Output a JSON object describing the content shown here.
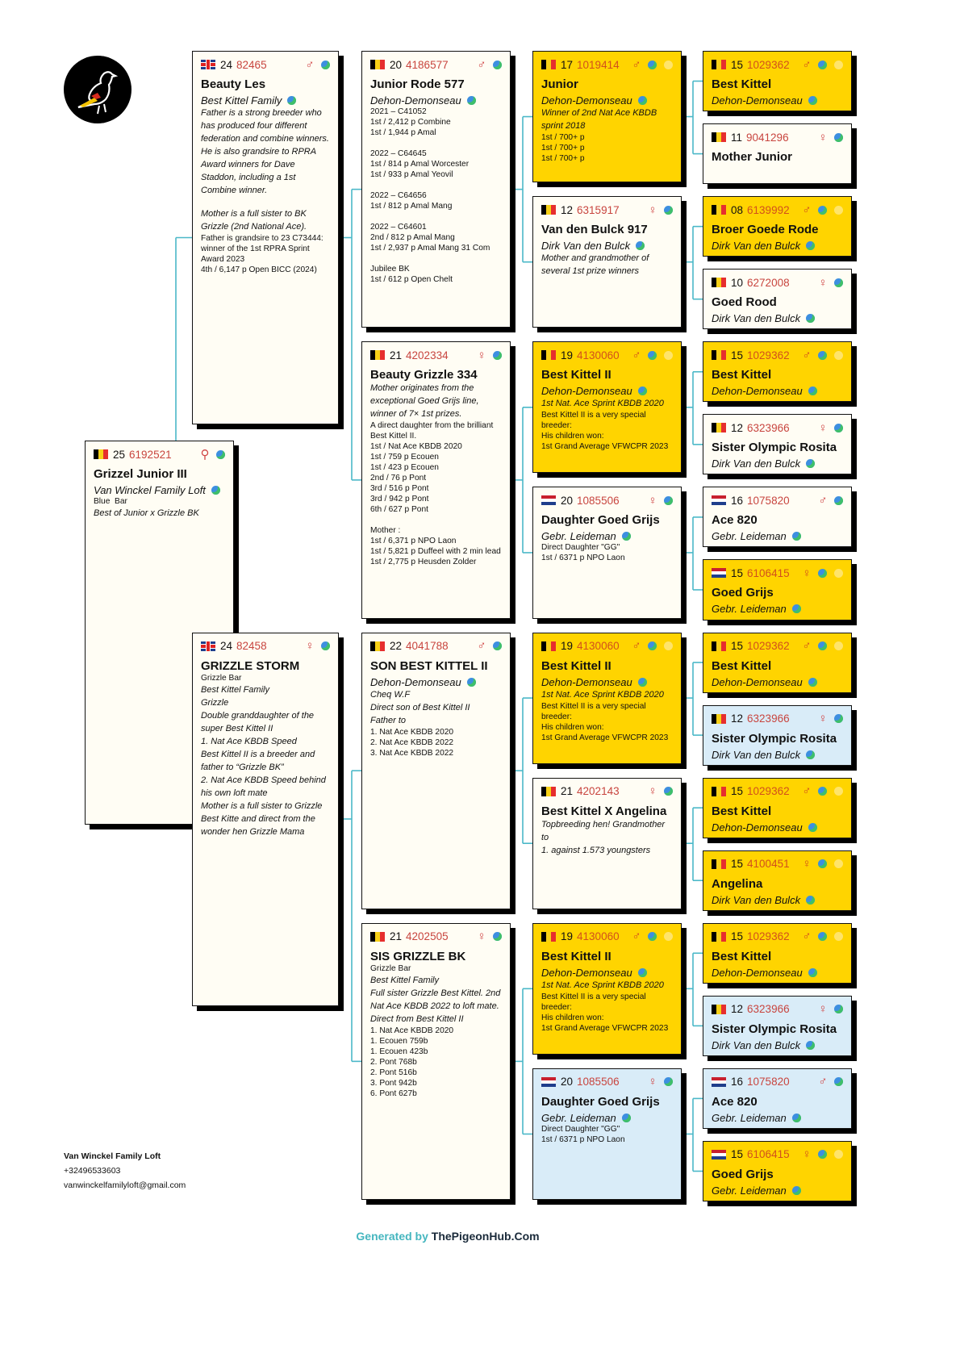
{
  "colors": {
    "connector": "#4bb8c8",
    "yellow": "#ffd400",
    "white": "#fffdf4",
    "blue": "#d9ecf8"
  },
  "footer": {
    "loft_name": "Van Winckel Family Loft",
    "phone": "+32496533603",
    "email": "vanwinckelfamilyloft@gmail.com",
    "generated_prefix": "Generated by",
    "generated_site": "ThePigeonHub.Com"
  },
  "columns": [
    [
      {
        "flag": "be",
        "year": "25",
        "ring": "6192521",
        "sex": "⚲",
        "name": "Grizzel Junior III",
        "owner": "Van Winckel Family Loft",
        "theme": "white",
        "lines": [
          {
            "t": "Blue  Bar",
            "s": "n"
          },
          {
            "t": "Best of Junior x Grizzle BK",
            "s": "i"
          }
        ]
      }
    ],
    [
      {
        "flag": "uk",
        "year": "24",
        "ring": "82465",
        "sex": "♂",
        "name": "Beauty Les",
        "owner": "Best Kittel Family",
        "theme": "white",
        "lines": [
          {
            "t": "Father is a strong breeder who has produced four different federation and combine winners. He is also grandsire to RPRA Award winners for Dave Staddon, including a 1st Combine winner.",
            "s": "i"
          },
          {
            "t": "",
            "s": "blank"
          },
          {
            "t": "Mother is a full sister to BK Grizzle (2nd National Ace).",
            "s": "i"
          },
          {
            "t": "Father is grandsire to 23 C73444: winner of the 1st RPRA Sprint Award 2023",
            "s": "n"
          },
          {
            "t": "4th / 6,147 p Open BICC (2024)",
            "s": "n"
          }
        ]
      },
      {
        "flag": "uk",
        "year": "24",
        "ring": "82458",
        "sex": "♀",
        "name": "GRIZZLE STORM",
        "owner": "",
        "theme": "white",
        "lines": [
          {
            "t": "Grizzle Bar",
            "s": "n"
          },
          {
            "t": "Best Kittel Family",
            "s": "i"
          },
          {
            "t": "Grizzle",
            "s": "i"
          },
          {
            "t": "Double granddaughter of the super Best Kittel II",
            "s": "i"
          },
          {
            "t": "1. Nat Ace KBDB Speed",
            "s": "i"
          },
          {
            "t": "Best Kittel II is a breeder and father to “Grizzle BK”",
            "s": "i"
          },
          {
            "t": "2. Nat Ace KBDB Speed behind his own loft mate",
            "s": "i"
          },
          {
            "t": "Mother is a full sister to Grizzle Best Kitte and direct from the wonder hen Grizzle Mama",
            "s": "i"
          }
        ]
      }
    ],
    [
      {
        "flag": "be",
        "year": "20",
        "ring": "4186577",
        "sex": "♂",
        "name": "Junior Rode 577",
        "owner": "Dehon-Demonseau",
        "theme": "white",
        "lines": [
          {
            "t": "2021 – C41052",
            "s": "n"
          },
          {
            "t": "1st / 2,412 p Combine",
            "s": "n"
          },
          {
            "t": "1st / 1,944 p Amal",
            "s": "n"
          },
          {
            "t": "",
            "s": "blank"
          },
          {
            "t": "2022 – C64645",
            "s": "n"
          },
          {
            "t": "1st / 814 p Amal Worcester",
            "s": "n"
          },
          {
            "t": "1st / 933 p Amal Yeovil",
            "s": "n"
          },
          {
            "t": "",
            "s": "blank"
          },
          {
            "t": "2022 – C64656",
            "s": "n"
          },
          {
            "t": "1st / 812 p Amal Mang",
            "s": "n"
          },
          {
            "t": "",
            "s": "blank"
          },
          {
            "t": "2022 – C64601",
            "s": "n"
          },
          {
            "t": "2nd / 812 p Amal Mang",
            "s": "n"
          },
          {
            "t": "1st / 2,937 p Amal Mang 31 Com",
            "s": "n"
          },
          {
            "t": "",
            "s": "blank"
          },
          {
            "t": "Jubilee BK",
            "s": "n"
          },
          {
            "t": "1st / 612 p Open Chelt",
            "s": "n"
          }
        ]
      },
      {
        "flag": "be",
        "year": "21",
        "ring": "4202334",
        "sex": "♀",
        "name": "Beauty Grizzle 334",
        "owner": "",
        "theme": "white",
        "lines": [
          {
            "t": "Mother originates from the exceptional Goed Grijs line, winner of 7× 1st prizes.",
            "s": "i"
          },
          {
            "t": "A direct daughter from the brilliant Best Kittel II.",
            "s": "n"
          },
          {
            "t": "1st / Nat Ace KBDB 2020",
            "s": "n"
          },
          {
            "t": "1st / 759 p Ecouen",
            "s": "n"
          },
          {
            "t": "1st / 423 p Ecouen",
            "s": "n"
          },
          {
            "t": "2nd / 76 p Pont",
            "s": "n"
          },
          {
            "t": "3rd / 516 p Pont",
            "s": "n"
          },
          {
            "t": "3rd / 942 p Pont",
            "s": "n"
          },
          {
            "t": "6th / 627 p Pont",
            "s": "n"
          },
          {
            "t": "",
            "s": "blank"
          },
          {
            "t": "Mother :",
            "s": "n"
          },
          {
            "t": "1st / 6,371 p NPO Laon",
            "s": "n"
          },
          {
            "t": "1st / 5,821 p Duffeel with 2 min lead",
            "s": "n"
          },
          {
            "t": "1st / 2,775 p Heusden Zolder",
            "s": "n"
          }
        ]
      },
      {
        "flag": "be",
        "year": "22",
        "ring": "4041788",
        "sex": "♂",
        "name": "SON BEST KITTEL II",
        "owner": "Dehon-Demonseau",
        "theme": "white",
        "lines": [
          {
            "t": "Cheq W.F",
            "s": "i"
          },
          {
            "t": "Direct son of Best Kittel II",
            "s": "i"
          },
          {
            "t": "Father to",
            "s": "i"
          },
          {
            "t": "1. Nat Ace KBDB 2020",
            "s": "n"
          },
          {
            "t": "2. Nat Ace KBDB 2022",
            "s": "n"
          },
          {
            "t": "3. Nat Ace KBDB 2022",
            "s": "n"
          }
        ]
      },
      {
        "flag": "be",
        "year": "21",
        "ring": "4202505",
        "sex": "♀",
        "name": "SIS GRIZZLE BK",
        "owner": "",
        "theme": "white",
        "lines": [
          {
            "t": "Grizzle Bar",
            "s": "n"
          },
          {
            "t": "Best Kittel Family",
            "s": "i"
          },
          {
            "t": "Full sister Grizzle Best Kittel. 2nd Nat Ace KBDB 2022 to loft mate.",
            "s": "i"
          },
          {
            "t": "Direct from Best Kittel II",
            "s": "i"
          },
          {
            "t": "1. Nat Ace KBDB 2020",
            "s": "n"
          },
          {
            "t": "1. Ecouen 759b",
            "s": "n"
          },
          {
            "t": "1. Ecouen 423b",
            "s": "n"
          },
          {
            "t": "2. Pont 768b",
            "s": "n"
          },
          {
            "t": "2. Pont 516b",
            "s": "n"
          },
          {
            "t": "3. Pont 942b",
            "s": "n"
          },
          {
            "t": "6. Pont 627b",
            "s": "n"
          }
        ]
      }
    ],
    [
      {
        "flag": "be",
        "year": "17",
        "ring": "1019414",
        "sex": "♂",
        "name": "Junior",
        "owner": "Dehon-Demonseau",
        "theme": "yellow",
        "lines": [
          {
            "t": "Winner of 2nd Nat Ace KBDB sprint 2018",
            "s": "i"
          },
          {
            "t": "1st / 700+ p",
            "s": "n"
          },
          {
            "t": "1st / 700+ p",
            "s": "n"
          },
          {
            "t": "1st / 700+ p",
            "s": "n"
          }
        ]
      },
      {
        "flag": "be",
        "year": "12",
        "ring": "6315917",
        "sex": "♀",
        "name": "Van den Bulck 917",
        "owner": "Dirk Van den Bulck",
        "theme": "white",
        "lines": [
          {
            "t": "Mother and grandmother of several 1st prize winners",
            "s": "i"
          }
        ]
      },
      {
        "flag": "be",
        "year": "19",
        "ring": "4130060",
        "sex": "♂",
        "name": "Best Kittel II",
        "owner": "Dehon-Demonseau",
        "theme": "yellow",
        "lines": [
          {
            "t": "1st Nat. Ace Sprint KBDB 2020",
            "s": "i"
          },
          {
            "t": "Best Kittel II is a very special breeder:",
            "s": "n"
          },
          {
            "t": "His children won:",
            "s": "n"
          },
          {
            "t": "1st Grand Average VFWCPR 2023",
            "s": "n"
          }
        ]
      },
      {
        "flag": "nl",
        "year": "20",
        "ring": "1085506",
        "sex": "♀",
        "name": "Daughter Goed Grijs",
        "owner": "Gebr. Leideman",
        "theme": "white",
        "lines": [
          {
            "t": "Direct Daughter \"GG\"",
            "s": "n"
          },
          {
            "t": "1st / 6371 p NPO Laon",
            "s": "n"
          }
        ]
      },
      {
        "flag": "be",
        "year": "19",
        "ring": "4130060",
        "sex": "♂",
        "name": "Best Kittel II",
        "owner": "Dehon-Demonseau",
        "theme": "yellow",
        "lines": [
          {
            "t": "1st Nat. Ace Sprint KBDB 2020",
            "s": "i"
          },
          {
            "t": "Best Kittel II is a very special breeder:",
            "s": "n"
          },
          {
            "t": "His children won:",
            "s": "n"
          },
          {
            "t": "1st Grand Average VFWCPR 2023",
            "s": "n"
          }
        ]
      },
      {
        "flag": "be",
        "year": "21",
        "ring": "4202143",
        "sex": "♀",
        "name": "Best Kittel X Angelina",
        "owner": "",
        "theme": "white",
        "lines": [
          {
            "t": "Topbreeding hen! Grandmother to",
            "s": "i"
          },
          {
            "t": "1. against 1.573 youngsters",
            "s": "i"
          }
        ]
      },
      {
        "flag": "be",
        "year": "19",
        "ring": "4130060",
        "sex": "♂",
        "name": "Best Kittel II",
        "owner": "Dehon-Demonseau",
        "theme": "yellow",
        "lines": [
          {
            "t": "1st Nat. Ace Sprint KBDB 2020",
            "s": "i"
          },
          {
            "t": "Best Kittel II is a very special breeder:",
            "s": "n"
          },
          {
            "t": "His children won:",
            "s": "n"
          },
          {
            "t": "1st Grand Average VFWCPR 2023",
            "s": "n"
          }
        ]
      },
      {
        "flag": "nl",
        "year": "20",
        "ring": "1085506",
        "sex": "♀",
        "name": "Daughter Goed Grijs",
        "owner": "Gebr. Leideman",
        "theme": "blue",
        "lines": [
          {
            "t": "Direct Daughter \"GG\"",
            "s": "n"
          },
          {
            "t": "1st / 6371 p NPO Laon",
            "s": "n"
          }
        ]
      }
    ],
    [
      {
        "flag": "be",
        "year": "15",
        "ring": "1029362",
        "sex": "♂",
        "name": "Best Kittel",
        "owner": "Dehon-Demonseau",
        "theme": "yellow",
        "lines": []
      },
      {
        "flag": "be",
        "year": "11",
        "ring": "9041296",
        "sex": "♀",
        "name": "Mother Junior",
        "owner": "",
        "theme": "white",
        "lines": []
      },
      {
        "flag": "be",
        "year": "08",
        "ring": "6139992",
        "sex": "♂",
        "name": "Broer Goede Rode",
        "owner": "Dirk Van den Bulck",
        "theme": "yellow",
        "lines": []
      },
      {
        "flag": "be",
        "year": "10",
        "ring": "6272008",
        "sex": "♀",
        "name": "Goed Rood",
        "owner": "Dirk Van den Bulck",
        "theme": "white",
        "lines": []
      },
      {
        "flag": "be",
        "year": "15",
        "ring": "1029362",
        "sex": "♂",
        "name": "Best Kittel",
        "owner": "Dehon-Demonseau",
        "theme": "yellow",
        "lines": []
      },
      {
        "flag": "be",
        "year": "12",
        "ring": "6323966",
        "sex": "♀",
        "name": "Sister Olympic Rosita",
        "owner": "Dirk Van den Bulck",
        "theme": "white",
        "lines": []
      },
      {
        "flag": "nl",
        "year": "16",
        "ring": "1075820",
        "sex": "♂",
        "name": "Ace 820",
        "owner": "Gebr. Leideman",
        "theme": "white",
        "lines": []
      },
      {
        "flag": "nl",
        "year": "15",
        "ring": "6106415",
        "sex": "♀",
        "name": "Goed Grijs",
        "owner": "Gebr. Leideman",
        "theme": "yellow",
        "lines": []
      },
      {
        "flag": "be",
        "year": "15",
        "ring": "1029362",
        "sex": "♂",
        "name": "Best Kittel",
        "owner": "Dehon-Demonseau",
        "theme": "yellow",
        "lines": []
      },
      {
        "flag": "be",
        "year": "12",
        "ring": "6323966",
        "sex": "♀",
        "name": "Sister Olympic Rosita",
        "owner": "Dirk Van den Bulck",
        "theme": "blue",
        "lines": []
      },
      {
        "flag": "be",
        "year": "15",
        "ring": "1029362",
        "sex": "♂",
        "name": "Best Kittel",
        "owner": "Dehon-Demonseau",
        "theme": "yellow",
        "lines": []
      },
      {
        "flag": "be",
        "year": "15",
        "ring": "4100451",
        "sex": "♀",
        "name": "Angelina",
        "owner": "Dirk Van den Bulck",
        "theme": "yellow",
        "lines": []
      },
      {
        "flag": "be",
        "year": "15",
        "ring": "1029362",
        "sex": "♂",
        "name": "Best Kittel",
        "owner": "Dehon-Demonseau",
        "theme": "yellow",
        "lines": []
      },
      {
        "flag": "be",
        "year": "12",
        "ring": "6323966",
        "sex": "♀",
        "name": "Sister Olympic Rosita",
        "owner": "Dirk Van den Bulck",
        "theme": "blue",
        "lines": []
      },
      {
        "flag": "nl",
        "year": "16",
        "ring": "1075820",
        "sex": "♂",
        "name": "Ace 820",
        "owner": "Gebr. Leideman",
        "theme": "blue",
        "lines": []
      },
      {
        "flag": "nl",
        "year": "15",
        "ring": "6106415",
        "sex": "♀",
        "name": "Goed Grijs",
        "owner": "Gebr. Leideman",
        "theme": "yellow",
        "lines": []
      }
    ]
  ]
}
